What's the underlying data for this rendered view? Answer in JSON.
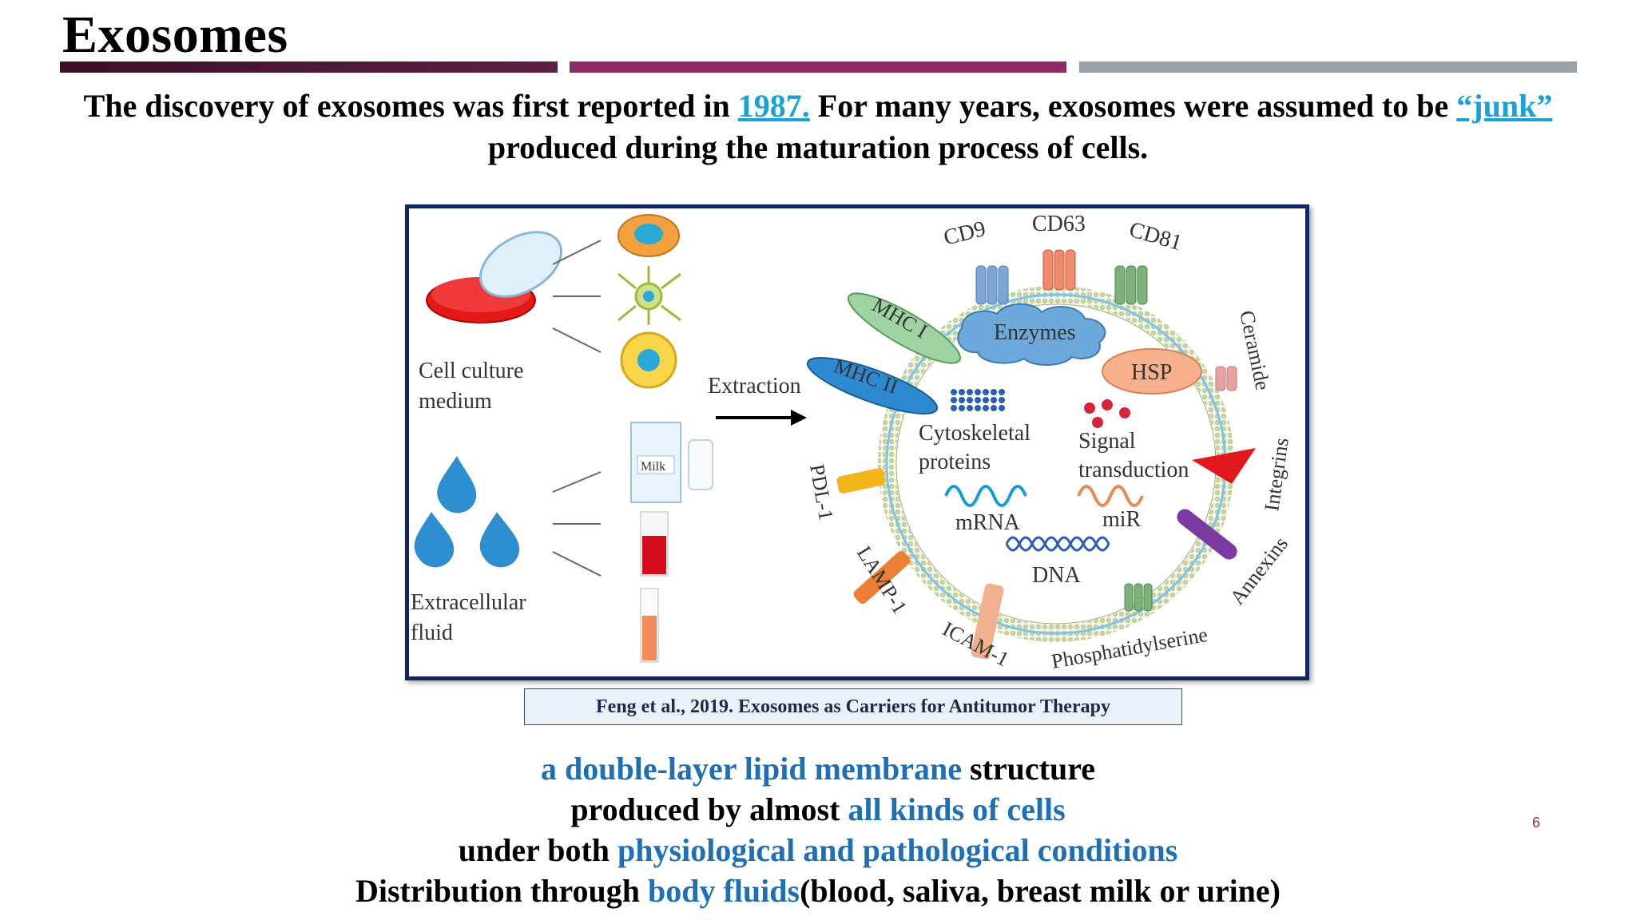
{
  "slide": {
    "title": "Exosomes",
    "page_number": "6",
    "accent_colors": [
      "#4a1535",
      "#8c2b66",
      "#9aa1a8"
    ]
  },
  "intro": {
    "text_a": "The discovery of exosomes was first reported in ",
    "link_year": "1987.",
    "text_b": " For many years, exosomes were assumed to be ",
    "link_junk": "“junk”",
    "text_c": "produced during the maturation process of cells."
  },
  "figure": {
    "left": {
      "cell_culture_line1": "Cell culture",
      "cell_culture_line2": "medium",
      "milk_label": "Milk",
      "fluid_line1": "Extracellular",
      "fluid_line2": "fluid",
      "extraction": "Extraction"
    },
    "membrane_labels": {
      "cd9": "CD9",
      "cd63": "CD63",
      "cd81": "CD81",
      "ceramide": "Ceramide",
      "integrins": "Integrins",
      "annexins": "Annexins",
      "phosphatidylserine": "Phosphatidylserine",
      "icam": "ICAM-1",
      "lamp": "LAMP-1",
      "pdl": "PDL-1",
      "mhc1": "MHC I",
      "mhc2": "MHC II"
    },
    "cargo": {
      "enzymes": "Enzymes",
      "hsp": "HSP",
      "cytoskeletal_line1": "Cytoskeletal",
      "cytoskeletal_line2": "proteins",
      "signal_line1": "Signal",
      "signal_line2": "transduction",
      "mrna": "mRNA",
      "mir": "miR",
      "dna": "DNA"
    },
    "caption": "Feng et al., 2019. Exosomes as Carriers for Antitumor Therapy"
  },
  "points": [
    {
      "hl": "a double-layer lipid membrane",
      "rest": " structure"
    },
    {
      "pre": "produced by almost ",
      "hl": "all kinds of cells"
    },
    {
      "pre": "under both ",
      "hl": "physiological and pathological conditions"
    },
    {
      "pre": "Distribution through ",
      "hl": "body fluids",
      "post": "(blood, saliva, breast milk or urine)"
    }
  ]
}
